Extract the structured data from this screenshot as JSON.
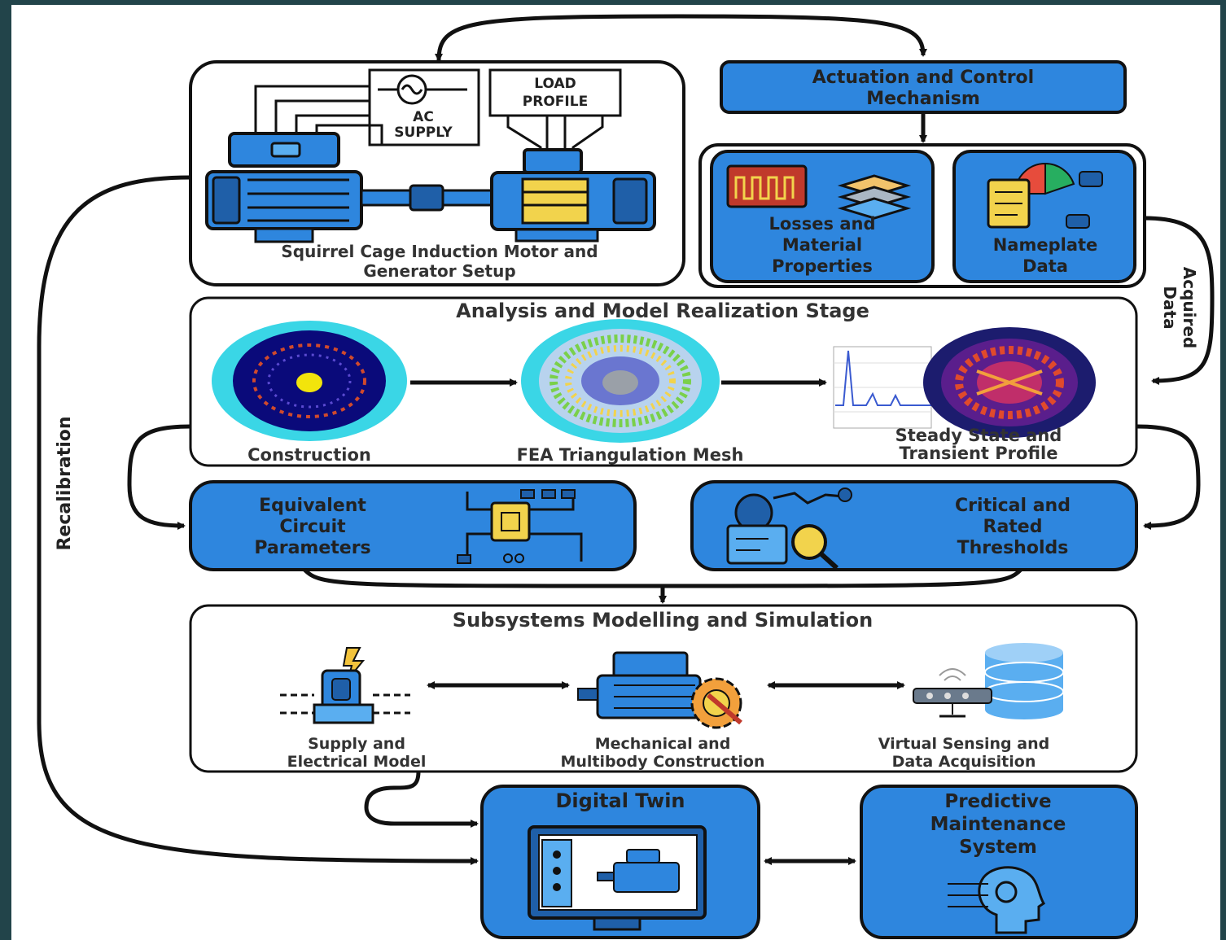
{
  "setup": {
    "ac_supply": [
      "AC",
      "SUPPLY"
    ],
    "load_profile": [
      "LOAD",
      "PROFILE"
    ],
    "caption": [
      "Squirrel Cage Induction Motor and",
      "Generator Setup"
    ]
  },
  "actuation": {
    "title": [
      "Actuation and Control",
      "Mechanism"
    ]
  },
  "losses": {
    "label": [
      "Losses and",
      "Material",
      "Properties"
    ]
  },
  "nameplate": {
    "label": [
      "Nameplate",
      "Data"
    ]
  },
  "acquired_data": [
    "Acquired",
    "Data"
  ],
  "recalibration": "Recalibration",
  "analysis": {
    "title": "Analysis and Model Realization Stage",
    "construction": "Construction",
    "fea": "FEA Triangulation Mesh",
    "steady": [
      "Steady State and",
      "Transient Profile"
    ]
  },
  "equivalent": {
    "label": [
      "Equivalent",
      "Circuit",
      "Parameters"
    ]
  },
  "critical": {
    "label": [
      "Critical and",
      "Rated",
      "Thresholds"
    ]
  },
  "subsystems": {
    "title": "Subsystems Modelling and Simulation",
    "supply": [
      "Supply and",
      "Electrical Model"
    ],
    "mechanical": [
      "Mechanical and",
      "Multibody Construction"
    ],
    "virtual": [
      "Virtual Sensing and",
      "Data Acquisition"
    ]
  },
  "digital_twin": {
    "title": "Digital Twin"
  },
  "predictive": {
    "title": [
      "Predictive",
      "Maintenance",
      "System"
    ]
  },
  "colors": {
    "blue": "#2e86de",
    "dark_blue": "#1f5fa8",
    "light_blue": "#5aaef0",
    "outline": "#111111",
    "background_border": "#22444a"
  }
}
